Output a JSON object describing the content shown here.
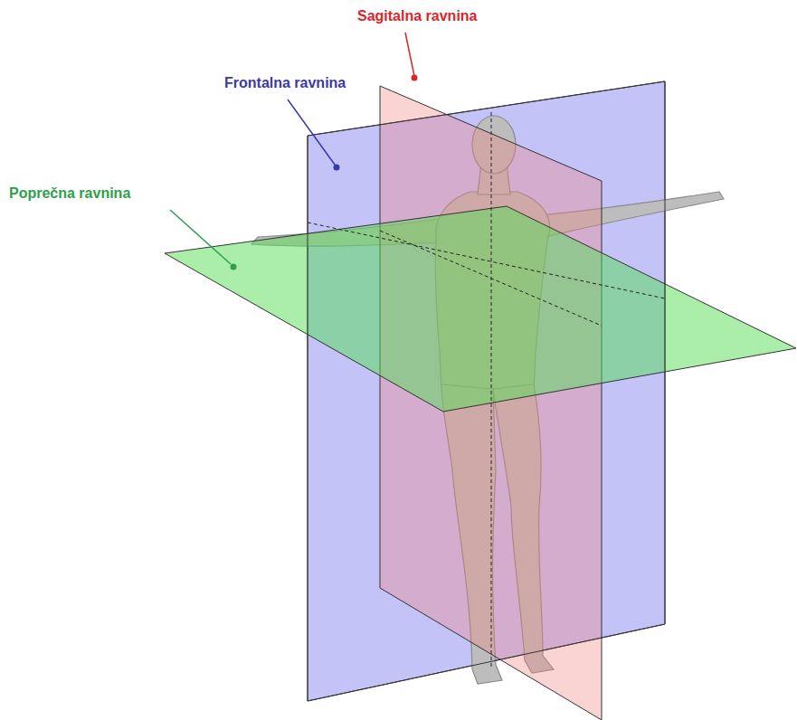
{
  "diagram": {
    "labels": [
      "Sagitalna ravnina",
      "Frontalna ravnina",
      "Poprečna ravnina"
    ]
  }
}
